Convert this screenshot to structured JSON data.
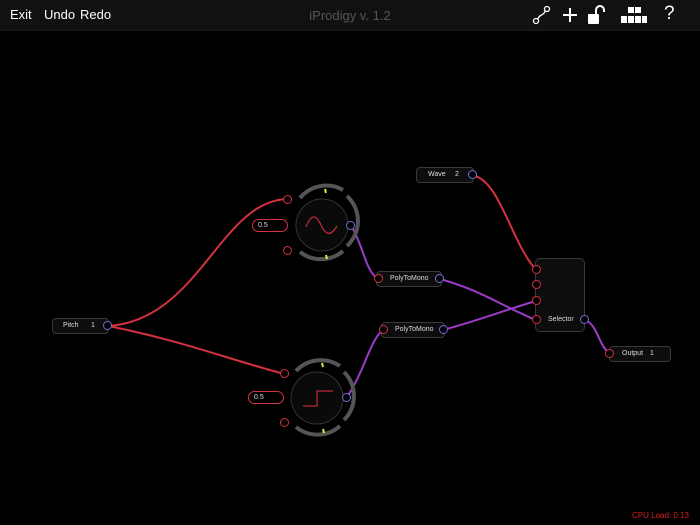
{
  "toolbar": {
    "exit_label": "Exit",
    "undo_label": "Undo",
    "redo_label": "Redo",
    "title": "iProdigy v. 1.2",
    "icons": [
      "patch-cable-icon",
      "plus-icon",
      "unlock-icon",
      "modules-icon"
    ],
    "help_label": "?"
  },
  "nodes": {
    "wave": {
      "label": "Wave",
      "value": "2"
    },
    "pitch": {
      "label": "Pitch",
      "value": "1"
    },
    "poly_to_mono_1": {
      "label": "PolyToMono"
    },
    "poly_to_mono_2": {
      "label": "PolyToMono"
    },
    "selector": {
      "label": "Selector"
    },
    "output": {
      "label": "Output",
      "value": "1"
    },
    "osc_sine": {
      "value": "0.5",
      "waveform": "sine"
    },
    "osc_square": {
      "value": "0.5",
      "waveform": "square"
    }
  },
  "status": {
    "cpu_load": "CPU Load: 0.13"
  },
  "colors": {
    "input_port": "#d4323f",
    "output_port": "#6f6fd8",
    "cable_red": "#d4323f",
    "cable_purple": "#9a3cc8",
    "cpu_text": "#e01e1e"
  }
}
